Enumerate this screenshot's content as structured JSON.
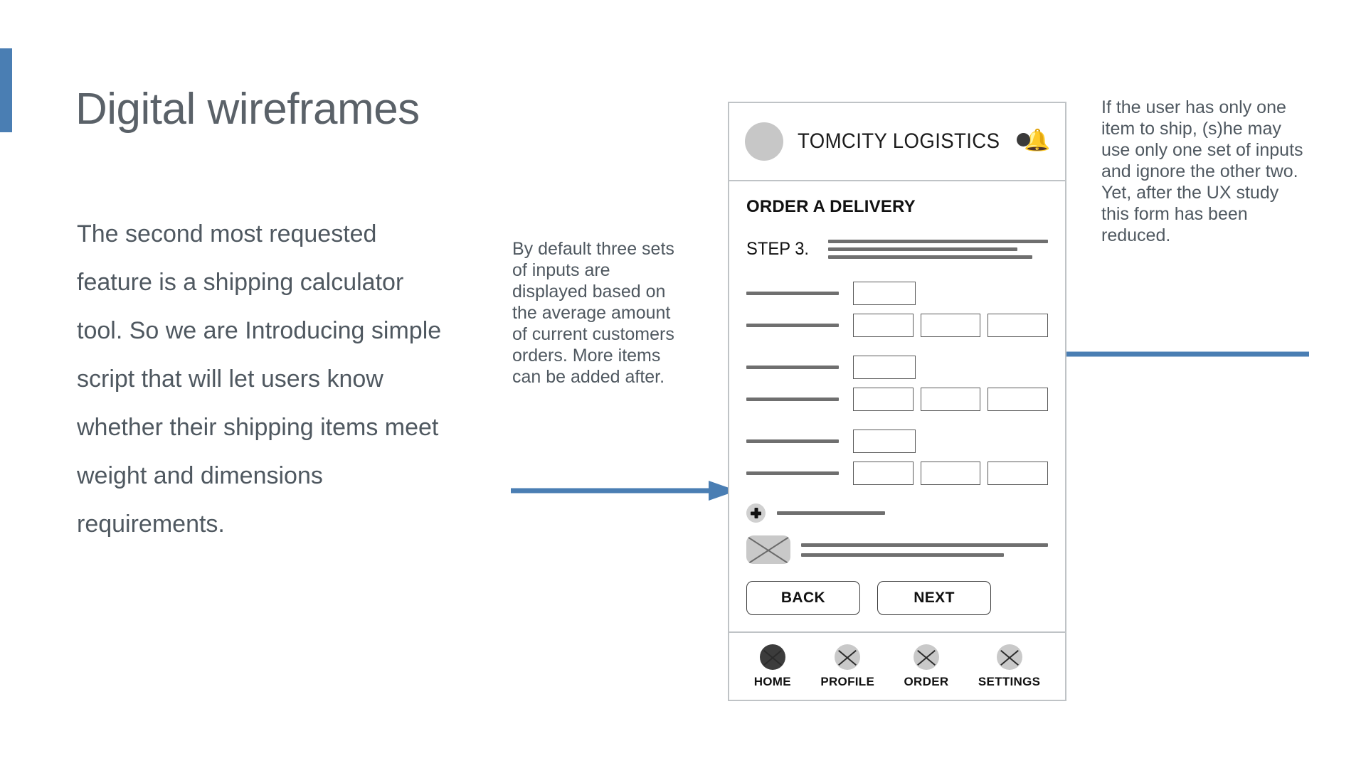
{
  "slide": {
    "title": "Digital wireframes",
    "accent_color": "#4A7EB3",
    "body_text": "The second most requested feature is a shipping calculator tool. So we are Introducing simple script that will let users know whether their shipping items meet weight and dimensions requirements."
  },
  "annotations": {
    "left": "By default three sets of inputs are displayed based on the average amount of current customers orders. More items can be added after.",
    "right": "If the user has only one item to ship, (s)he may use only one set of inputs and ignore the other two. Yet, after the UX study this form has been reduced."
  },
  "phone": {
    "header": {
      "brand": "TOMCITY LOGISTICS",
      "avatar_icon": "avatar-circle-icon",
      "bell_icon": "bell-icon",
      "notification_dot_color": "#3a3a3a"
    },
    "form": {
      "heading": "ORDER A DELIVERY",
      "step_label": "STEP 3.",
      "step_line_widths": [
        "100%",
        "86%",
        "93%"
      ],
      "groups": [
        {
          "single_row": {
            "label_placeholder": "label-line",
            "fields": 1
          },
          "triple_row": {
            "label_placeholder": "label-line",
            "fields": 3
          }
        },
        {
          "single_row": {
            "label_placeholder": "label-line",
            "fields": 1
          },
          "triple_row": {
            "label_placeholder": "label-line",
            "fields": 3
          }
        },
        {
          "single_row": {
            "label_placeholder": "label-line",
            "fields": 1
          },
          "triple_row": {
            "label_placeholder": "label-line",
            "fields": 3
          }
        }
      ],
      "add_row": {
        "icon": "plus-circle-icon",
        "line_placeholder": "add-item-line"
      },
      "media_row": {
        "icon": "image-placeholder-icon",
        "lines": [
          "100%",
          "82%"
        ]
      },
      "buttons": {
        "back": "BACK",
        "next": "NEXT"
      }
    },
    "nav": [
      {
        "label": "HOME",
        "icon": "home-x-circle-icon",
        "active": true
      },
      {
        "label": "PROFILE",
        "icon": "profile-x-circle-icon",
        "active": false
      },
      {
        "label": "ORDER",
        "icon": "order-x-circle-icon",
        "active": false
      },
      {
        "label": "SETTINGS",
        "icon": "settings-x-circle-icon",
        "active": false
      }
    ]
  },
  "arrows": {
    "color": "#4A7EB3",
    "left_arrow_name": "arrow-pointing-to-add-item",
    "right_arrow_name": "arrow-pointing-to-second-input-group"
  }
}
